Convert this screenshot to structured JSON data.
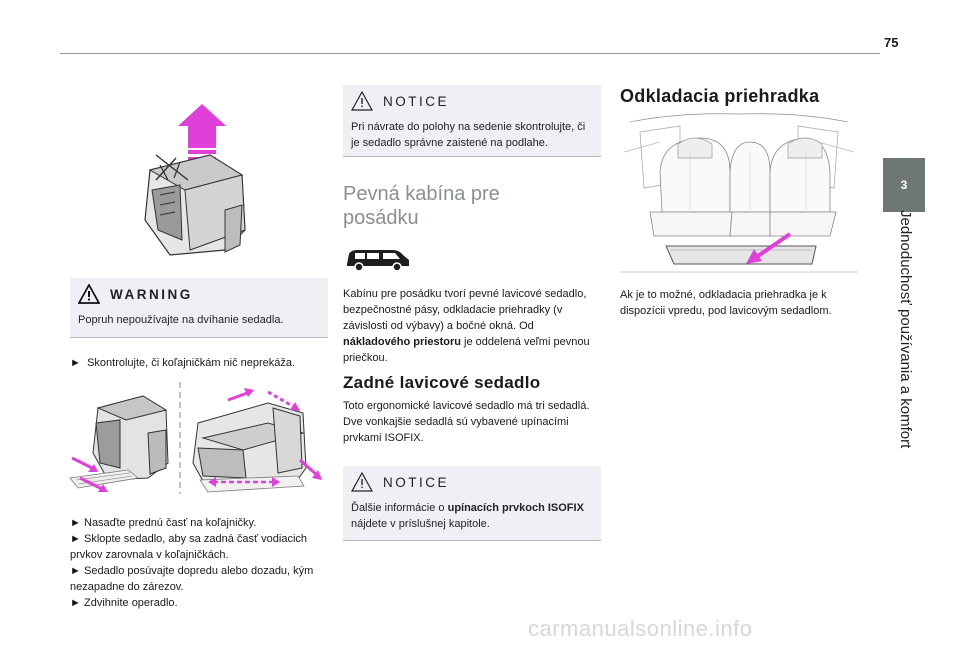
{
  "page": {
    "number": "75"
  },
  "side_tab": {
    "chapter": "3",
    "label": "Jednoduchosť používania a komfort"
  },
  "col1": {
    "warning": {
      "title": "WARNING",
      "text": "Popruh nepoužívajte na dvíhanie sedadla."
    },
    "step_check": "Skontrolujte, či koľajničkám nič neprekáža.",
    "steps": [
      "Nasaďte prednú časť na koľajničky.",
      "Sklopte sedadlo, aby sa zadná časť vodiacich prvkov zarovnala v koľajničkách.",
      "Sedadlo posúvajte dopredu alebo dozadu, kým nezapadne do zárezov.",
      "Zdvihnite operadlo."
    ],
    "bullet": "►"
  },
  "col2": {
    "notice1": {
      "title": "NOTICE",
      "text": "Pri návrate do polohy na sedenie skontrolujte, či je sedadlo správne zaistené na podlahe."
    },
    "section_title_line1": "Pevná kabína pre",
    "section_title_line2": "posádku",
    "cab_text_1": "Kabínu pre posádku tvorí pevné lavicové sedadlo, bezpečnostné pásy, odkladacie priehradky (v závislosti od výbavy) a bočné okná. Od ",
    "cab_text_bold": "nákladového priestoru",
    "cab_text_2": " je oddelená veľmi pevnou priečkou.",
    "bench_title": "Zadné lavicové sedadlo",
    "bench_text_1": "Toto ergonomické lavicové sedadlo má tri sedadlá.",
    "bench_text_2": "Dve vonkajšie sedadlá sú vybavené upínacími prvkami ISOFIX.",
    "notice2": {
      "title": "NOTICE",
      "text_1": "Ďalšie informácie o ",
      "text_bold": "upínacích prvkoch ISOFIX",
      "text_2": " nájdete v príslušnej kapitole."
    }
  },
  "col3": {
    "title": "Odkladacia priehradka",
    "text": "Ak je to možné, odkladacia priehradka je k dispozícii vpredu, pod lavicovým sedadlom."
  },
  "footer": {
    "watermark": "carmanualsonline.info"
  },
  "colors": {
    "box_bg": "#f1eff6",
    "tab_bg": "#6f7775",
    "arrow_pink": "#e040e0",
    "heading_gray": "#8a8f8f"
  }
}
